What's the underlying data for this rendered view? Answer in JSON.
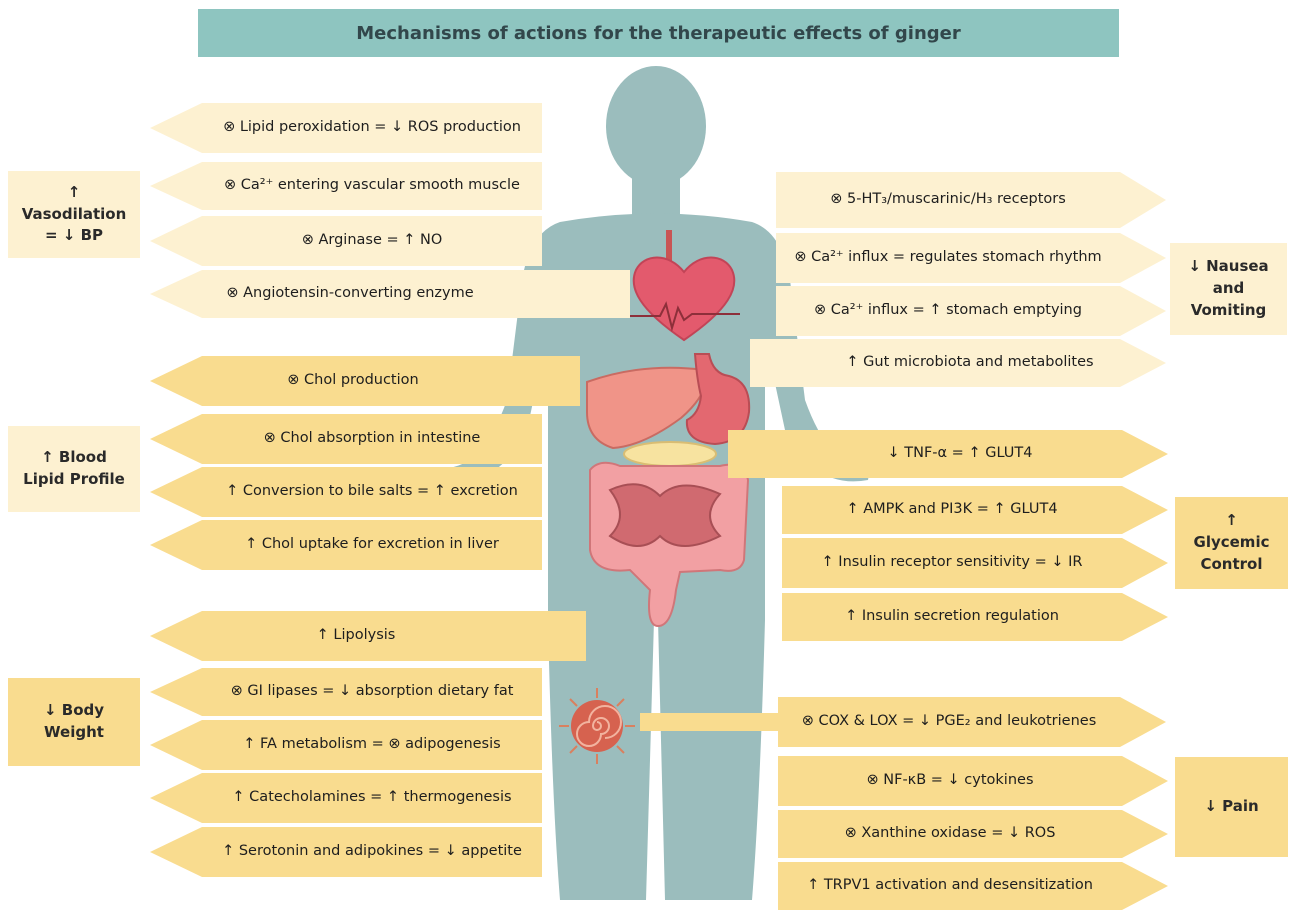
{
  "title": "Mechanisms of actions for the therapeutic effects of ginger",
  "colors": {
    "title_bg": "#8ec5c0",
    "body": "#9bbdbd",
    "pale": "#fdf1d1",
    "strong": "#f9dc8f"
  },
  "icons": [
    "human-silhouette-icon",
    "heart-icon",
    "liver-icon",
    "stomach-icon",
    "intestines-icon",
    "joint-icon",
    "inhibition-symbol-icon"
  ],
  "outcomes": {
    "vasodilation": "↑\nVasodilation\n= ↓ BP",
    "lipid": "↑ Blood\nLipid Profile",
    "weight": "↓ Body\nWeight",
    "nausea": "↓ Nausea\nand\nVomiting",
    "glycemic": "↑\nGlycemic\nControl",
    "pain": "↓ Pain"
  },
  "mechanisms": {
    "vascular": [
      "⊗ Lipid peroxidation = ↓ ROS production",
      "⊗ Ca²⁺ entering vascular smooth muscle",
      "⊗ Arginase = ↑ NO",
      "⊗ Angiotensin-converting enzyme"
    ],
    "lipid": [
      "⊗ Chol production",
      "⊗ Chol absorption in intestine",
      "↑ Conversion to bile salts = ↑ excretion",
      "↑ Chol uptake for excretion in liver"
    ],
    "weight": [
      "↑ Lipolysis",
      "⊗ GI lipases = ↓ absorption dietary fat",
      "↑ FA metabolism = ⊗ adipogenesis",
      "↑ Catecholamines = ↑ thermogenesis",
      "↑ Serotonin and adipokines = ↓ appetite"
    ],
    "nausea": [
      "⊗ 5-HT₃/muscarinic/H₃ receptors",
      "⊗ Ca²⁺ influx = regulates stomach rhythm",
      "⊗ Ca²⁺ influx = ↑ stomach emptying",
      "↑ Gut microbiota and metabolites"
    ],
    "glycemic": [
      "↓ TNF-α = ↑ GLUT4",
      "↑ AMPK and PI3K = ↑ GLUT4",
      "↑ Insulin receptor sensitivity = ↓ IR",
      "↑ Insulin secretion regulation"
    ],
    "pain": [
      "⊗ COX & LOX = ↓ PGE₂ and leukotrienes",
      "⊗ NF-κB = ↓ cytokines",
      "⊗ Xanthine oxidase = ↓ ROS",
      "↑ TRPV1 activation and desensitization"
    ]
  }
}
